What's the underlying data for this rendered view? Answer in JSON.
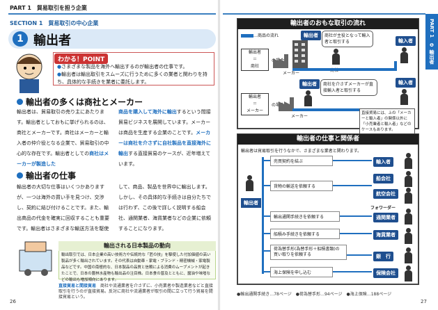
{
  "left": {
    "part": "PART 1　貿易取引を担う企業",
    "section": "SECTION 1　貿易取引の中心企業",
    "num": "1",
    "title": "輸出者",
    "point_label": "わかる！POINT",
    "points": [
      "さまざまな製品を海外へ輸出するのが輸出者の仕事です。",
      "輸出者は輸出取引をスムーズに行うために多くの業者と関わりを持ち、具体的な手続きを業者に委託します。"
    ],
    "h_a": "輸出者の多くは商社とメーカー",
    "a1": "輸出者は、貿易取引の売り主にあたります。輸出者としておもに挙げられるのは、商社とメーカーです。商社はメーカーと輸入者の仲介役となる企業で、貿易取引の中心的な存在です。輸出者としての",
    "a1h": "商社はメーカーが製造した",
    "a2h": "商品を購入して海外に輸出",
    "a2": "するという間接貿易ビジネスを展開しています。メーカーは商品を生産する企業のことです。",
    "a3h": "メーカーは商社を介さずに自社製品を直接海外に輸出",
    "a3": "する直接貿易のケースが、近年増えています。",
    "h_b": "輸出者の仕事",
    "b1": "輸出者の大切な仕事はいくつかありますが、一つは海外の買い手を見つけ、交渉し、契約に結び付けることです。また、輸出商品の代金を確実に回収することも重要です。輸出者はさまざまな輸送方法を駆使",
    "b2": "して、商品、製品を世界中に輸出します。しかし、その具体的な手続きは自分たちでは行わず、この後で詳しく説明する船会社、通関業者、海貨業者などの企業に依頼することになります。",
    "green_title": "輸出される日本製品の動向",
    "green_body": "輸出取引では、日本企業の高い技術力や伝統的な「匠の技」を駆使した付加価値の高い製品が多く輸出されています。その代表は自動車・家電・ブランド・精密機械・家電製品などです。中国の南極的な、日本製品の品質と信頼による消費のムーブメントが起きたことで、日本の農林水産物も輸出品の注目株。日本食の普及とともに、醤油や味噌などの輸出も増加傾向にあります。",
    "foot_label": "直接貿易と間接貿易",
    "foot_text": "商社や流通業者を介さずに、小売業者や製造業者などと直接取引を行うのが直接貿易。反対に商社や流通業者が取引の間に立って行う貿易を間接貿易という。",
    "page": "26"
  },
  "right": {
    "part": "PART 1",
    "tab": "❶ 輸出者",
    "p1_title": "輸出者のおもな取引の流れ",
    "legend": "…商品の流れ",
    "exporter": "輸出者",
    "importer": "輸入者",
    "case1": [
      "輸出者",
      "＝",
      "商社"
    ],
    "case1_suffix": "の場合",
    "case2": [
      "輸出者",
      "＝",
      "メーカー"
    ],
    "case2_suffix": "の場合",
    "bubble1": "商社が主役となって輸入者と取引する",
    "bubble2": "商社を介さずメーカーが直接輸入者と取引する",
    "maker": "メーカー",
    "shosha": "商社",
    "note": "直接貿易には、上の「メーカーと輸入者」の関係以外に「小売業者と輸入者」などのケースもあります。",
    "p2_title": "輸出者の仕事と関係者",
    "p2_intro": "輸出者は貿易取引を行うなかで、さまざまな業者と関わります。",
    "tasks": [
      "売買契約を結ぶ",
      "貨物の輸送を依頼する",
      "輸出通関手続きを依頼する",
      "船積み手続きを依頼する",
      "荷為替手形(為替手形＋船積書類)の買い取りを依頼する",
      "海上保険を申し込む"
    ],
    "parties": [
      "輸入者",
      "船会社",
      "航空会社",
      "通関業者",
      "海貨業者",
      "銀　行",
      "保険会社"
    ],
    "forwarder": "フォワーダー",
    "center": "輸出者",
    "foot": "●輸出通関手続き…78ページ　●荷為替手形…94ページ　●海上保険…188ページ",
    "page": "27"
  }
}
